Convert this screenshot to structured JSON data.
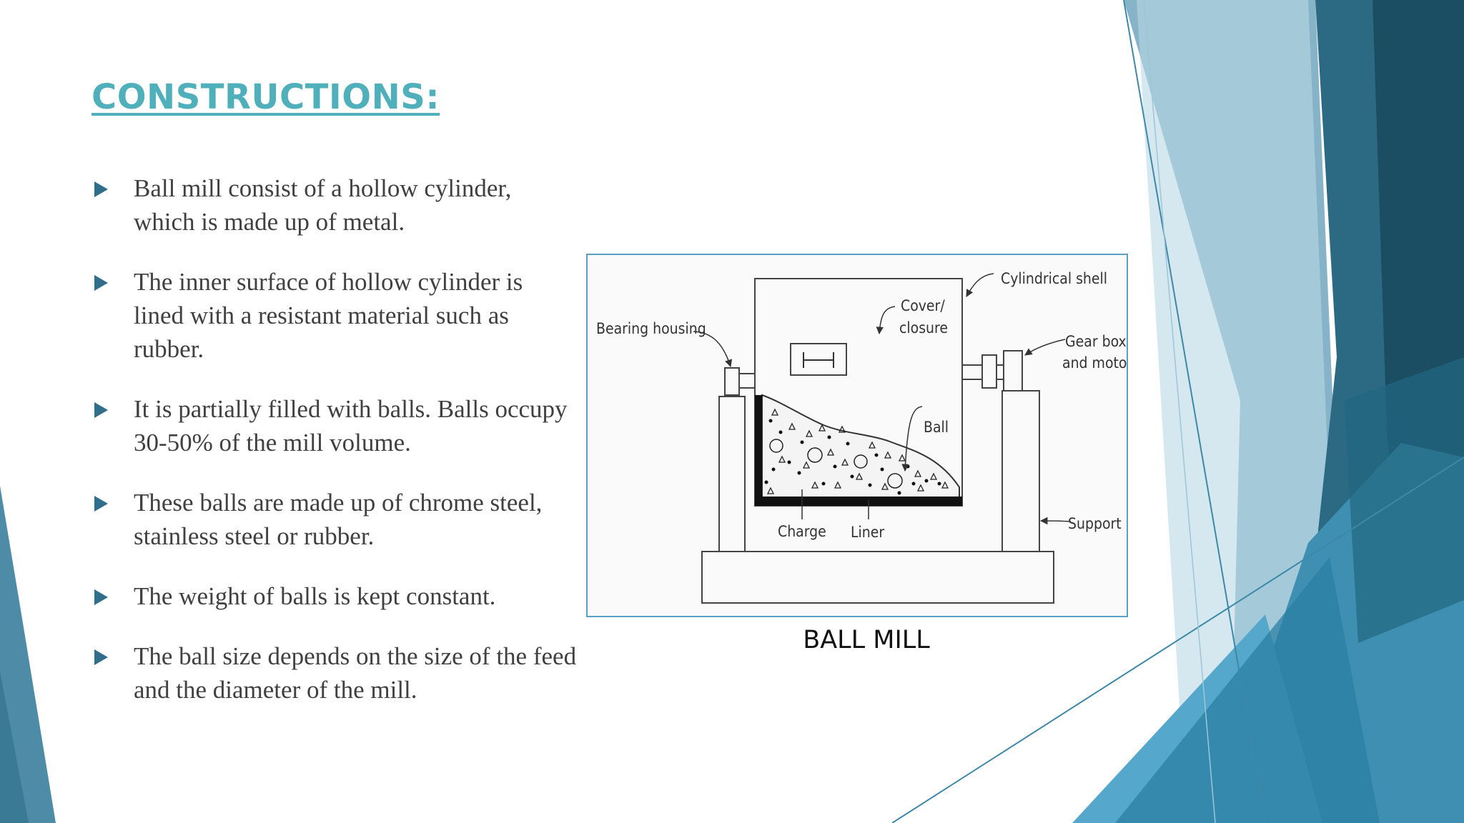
{
  "slide": {
    "title": "CONSTRUCTIONS:",
    "bullets": [
      "Ball mill consist of a hollow cylinder, which is made up of metal.",
      "The inner surface of hollow cylinder is lined with a resistant material such as rubber.",
      "It is partially filled with balls. Balls occupy 30-50% of the mill volume.",
      "These balls are made up of chrome steel, stainless steel or rubber.",
      "The weight of balls is kept constant.",
      "The ball size depends on the size of the feed and the diameter of the mill."
    ],
    "bullet_icon": "triangle-right-icon"
  },
  "figure": {
    "caption": "BALL MILL",
    "labels": {
      "cylindrical_shell": "Cylindrical shell",
      "cover_line1": "Cover/",
      "cover_line2": "closure",
      "bearing_housing": "Bearing housing",
      "gear_line1": "Gear box",
      "gear_line2": "and motor",
      "ball": "Ball",
      "charge": "Charge",
      "liner": "Liner",
      "support": "Support"
    }
  },
  "colors": {
    "title": "#4fb0bc",
    "body_text": "#404040",
    "bullet": "#2f6f8c",
    "frame": "#5aa0c4",
    "decor_dark": "#1c4e63",
    "decor_mid": "#2f7a9a",
    "decor_light": "#7fb1c6"
  }
}
